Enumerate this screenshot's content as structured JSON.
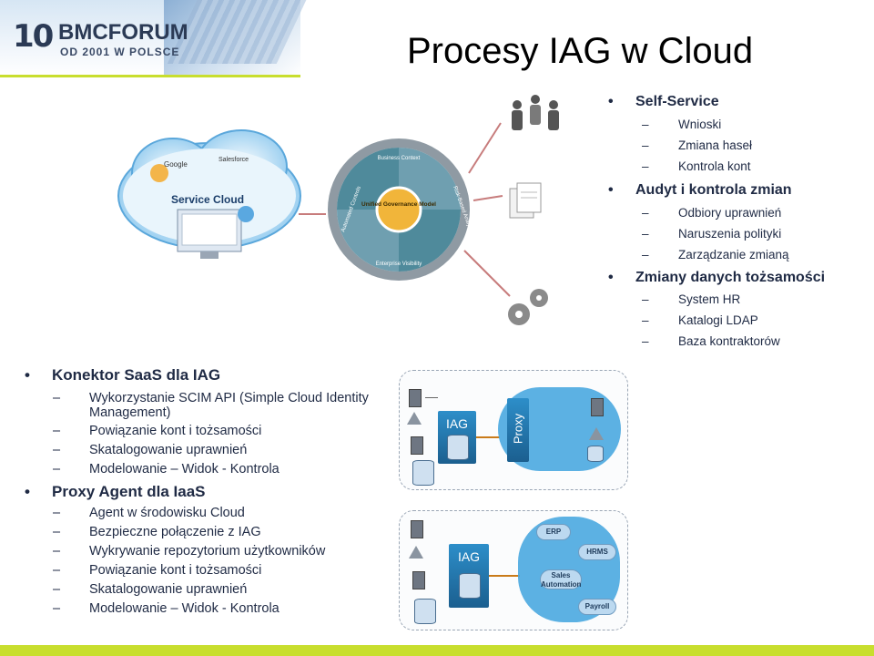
{
  "logo": {
    "mark": "10",
    "brand_bold": "BMC",
    "brand_rest": "FORUM",
    "sub": "OD 2001 W POLSCE"
  },
  "title": "Procesy IAG w Cloud",
  "center_image": {
    "cloud_label": "Service Cloud",
    "wheel_center": "Unified Governance Model",
    "wheel_top": "Business Context",
    "wheel_bottom": "Enterprise Visibility",
    "wheel_left": "Automated Controls",
    "wheel_right": "Risk-Based Analytics",
    "cloud_apps": [
      "Google",
      "Salesforce"
    ]
  },
  "right_list": [
    {
      "label": "Self-Service",
      "items": [
        "Wnioski",
        "Zmiana haseł",
        "Kontrola kont"
      ]
    },
    {
      "label": "Audyt i kontrola zmian",
      "items": [
        "Odbiory uprawnień",
        "Naruszenia polityki",
        "Zarządzanie zmianą"
      ]
    },
    {
      "label": "Zmiany danych tożsamości",
      "items": [
        "System HR",
        "Katalogi LDAP",
        "Baza kontraktorów"
      ]
    }
  ],
  "left_list": [
    {
      "label": "Konektor SaaS dla IAG",
      "items": [
        "Wykorzystanie SCIM API (Simple Cloud Identity",
        "Management)",
        "Powiązanie kont i tożsamości",
        "Skatalogowanie uprawnień",
        "Modelowanie – Widok - Kontrola"
      ]
    },
    {
      "label": "Proxy Agent dla IaaS",
      "items": [
        "Agent w środowisku Cloud",
        "Bezpieczne połączenie z IAG",
        "Wykrywanie repozytorium użytkowników",
        "Powiązanie kont i tożsamości",
        "Skatalogowanie uprawnień",
        "Modelowanie – Widok - Kontrola"
      ]
    }
  ],
  "diagram1": {
    "iag": "IAG",
    "proxy": "Proxy"
  },
  "diagram2": {
    "iag": "IAG",
    "systems": [
      "ERP",
      "HRMS",
      "Sales Automation",
      "Payroll"
    ]
  },
  "colors": {
    "accent_bar": "#c8de2e",
    "cloud": "#4aa8e0",
    "iag": "#1b5f8f"
  }
}
